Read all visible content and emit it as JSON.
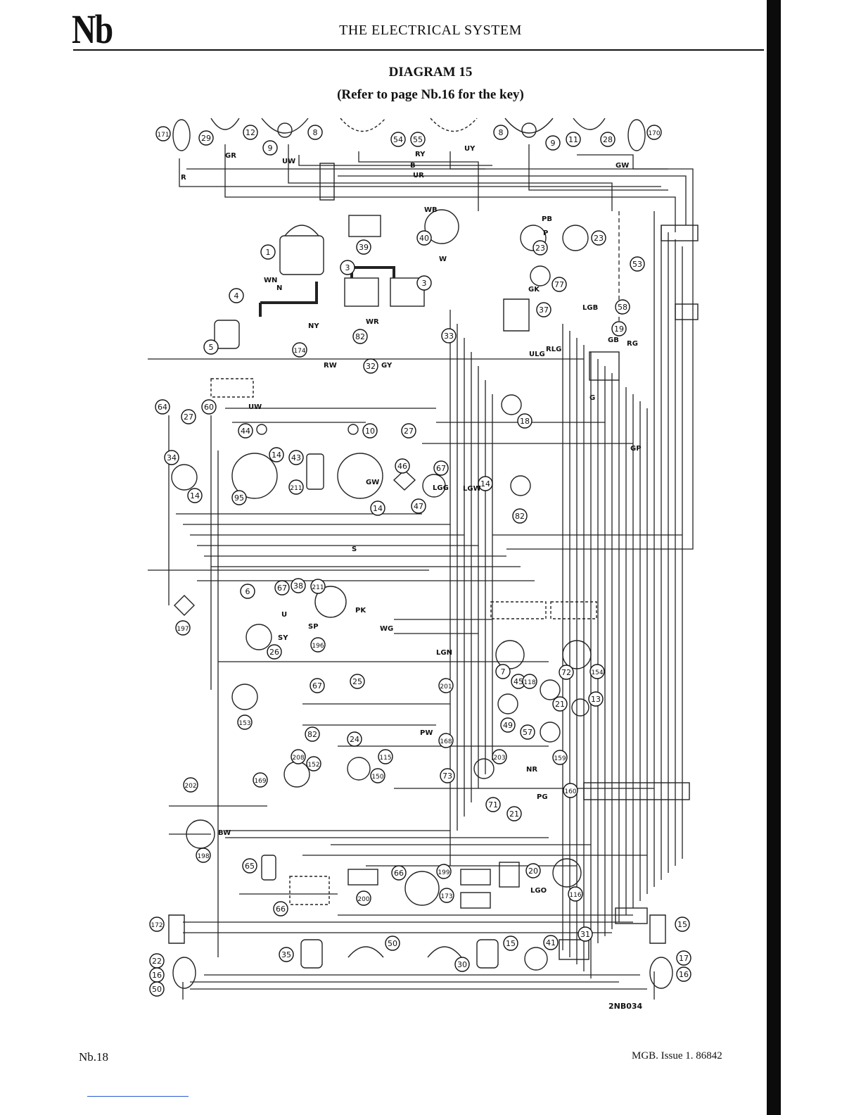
{
  "header": {
    "section_mark": "Nb",
    "title": "THE ELECTRICAL SYSTEM"
  },
  "diagram": {
    "title": "DIAGRAM 15",
    "subtitle": "(Refer to page Nb.16 for the key)",
    "drawing_number": "2NB034",
    "component_callouts": [
      "171",
      "29",
      "12",
      "9",
      "8",
      "54",
      "55",
      "8",
      "9",
      "11",
      "28",
      "170",
      "39",
      "40",
      "23",
      "23",
      "1",
      "3",
      "3",
      "4",
      "5",
      "53",
      "77",
      "37",
      "58",
      "19",
      "82",
      "33",
      "174",
      "32",
      "60",
      "64",
      "27",
      "44",
      "10",
      "27",
      "18",
      "34",
      "14",
      "43",
      "14",
      "95",
      "211",
      "46",
      "67",
      "14",
      "14",
      "47",
      "82",
      "6",
      "67",
      "38",
      "211",
      "197",
      "196",
      "26",
      "7",
      "45",
      "118",
      "72",
      "154",
      "67",
      "25",
      "201",
      "21",
      "13",
      "153",
      "82",
      "24",
      "49",
      "57",
      "208",
      "152",
      "115",
      "168",
      "203",
      "159",
      "169",
      "150",
      "73",
      "160",
      "202",
      "71",
      "21",
      "198",
      "65",
      "66",
      "199",
      "20",
      "200",
      "116",
      "66",
      "173",
      "172",
      "15",
      "50",
      "35",
      "41",
      "31",
      "22",
      "16",
      "50",
      "15",
      "30",
      "17",
      "16"
    ],
    "wire_colour_codes": [
      "B",
      "R",
      "GR",
      "UW",
      "RY",
      "UY",
      "UR",
      "GW",
      "WB",
      "PB",
      "P",
      "W",
      "GK",
      "LGB",
      "WN",
      "N",
      "NY",
      "WR",
      "RG",
      "RLG",
      "ULG",
      "RW",
      "GY",
      "GB",
      "G",
      "GP",
      "UW",
      "GW",
      "LGG",
      "LGW",
      "WG",
      "S",
      "U",
      "SY",
      "SP",
      "PK",
      "LGN",
      "NR",
      "PG",
      "PW",
      "BW",
      "LGO"
    ]
  },
  "footer": {
    "page_number": "Nb.18",
    "issue": "MGB.   Issue 1.   86842"
  }
}
